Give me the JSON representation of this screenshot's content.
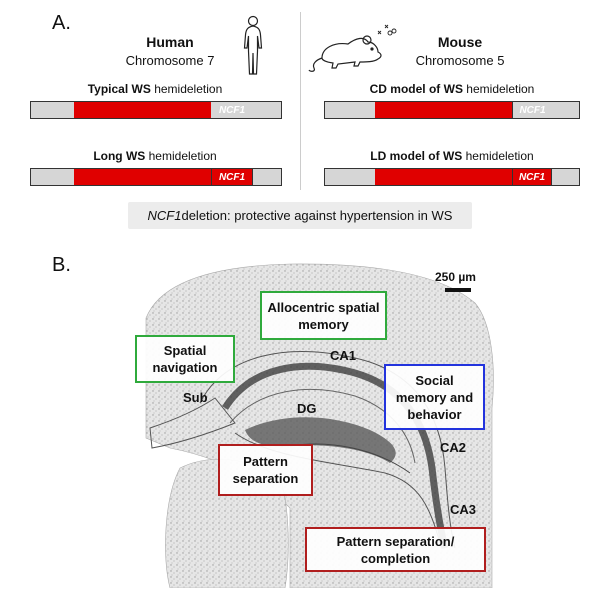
{
  "panel_a": {
    "label": "A.",
    "human": {
      "species": "Human",
      "chromosome": "Chromosome 7",
      "typical_bold": "Typical WS",
      "typical_rest": " hemideletion",
      "long_bold": "Long WS",
      "long_rest": " hemideletion",
      "gene": "NCF1"
    },
    "mouse": {
      "species": "Mouse",
      "chromosome": "Chromosome 5",
      "cd_bold": "CD model of WS",
      "cd_rest": " hemideletion",
      "ld_bold": "LD model of WS",
      "ld_rest": " hemideletion",
      "gene": "NCF1"
    },
    "banner_gene": "NCF1",
    "banner_text": " deletion: protective against hypertension in WS",
    "colors": {
      "deletion": "#e00000",
      "chromosome": "#d6d6d6"
    }
  },
  "panel_b": {
    "label": "B.",
    "scale_bar": "250 µm",
    "regions": {
      "ca1": "CA1",
      "ca2": "CA2",
      "ca3": "CA3",
      "dg": "DG",
      "sub": "Sub"
    },
    "boxes": {
      "allocentric": "Allocentric spatial memory",
      "spatial_navigation": "Spatial navigation",
      "social": "Social memory and behavior",
      "pattern_separation": "Pattern separation",
      "pattern_completion": "Pattern separation/ completion"
    },
    "colors": {
      "green": "#2faa3c",
      "blue": "#2233dd",
      "red": "#b01e1e"
    }
  }
}
